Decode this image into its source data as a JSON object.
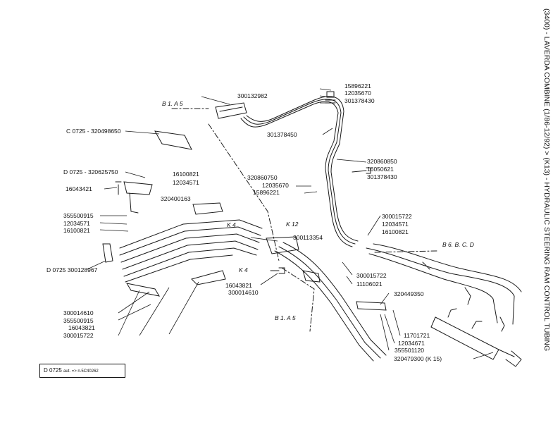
{
  "title": "(3400) - LAVERDA COMBINE (1/86-12/92) > (K13) - HYDRAULIC STEERING RAM CONTROL TUBING",
  "note": {
    "code": "D 0725",
    "text": "aut. => n.5C40262"
  },
  "part_labels": [
    "300132982",
    "C 0725 - 320498650",
    "D 0725 - 320625750",
    "16100821",
    "12034571",
    "16043421",
    "320400163",
    "355500915",
    "12034571",
    "16100821",
    "D 0725 300128967",
    "300113354",
    "16043821",
    "300014610",
    "300014610",
    "355500915",
    "16043821",
    "300015722",
    "15896221",
    "12035670",
    "301378430",
    "301378450",
    "320860850",
    "16050621",
    "301378430",
    "320860750",
    "12035670",
    "15896221",
    "300015722",
    "12034571",
    "16100821",
    "300015722",
    "11106021",
    "320449350",
    "11701721",
    "12034671",
    "355501120",
    "320479300 (K 15)"
  ],
  "ref_labels": [
    "B 1. A 5",
    "B 6. B. C. D",
    "K 4",
    "K 12",
    "K 4",
    "B 1. A 5"
  ]
}
